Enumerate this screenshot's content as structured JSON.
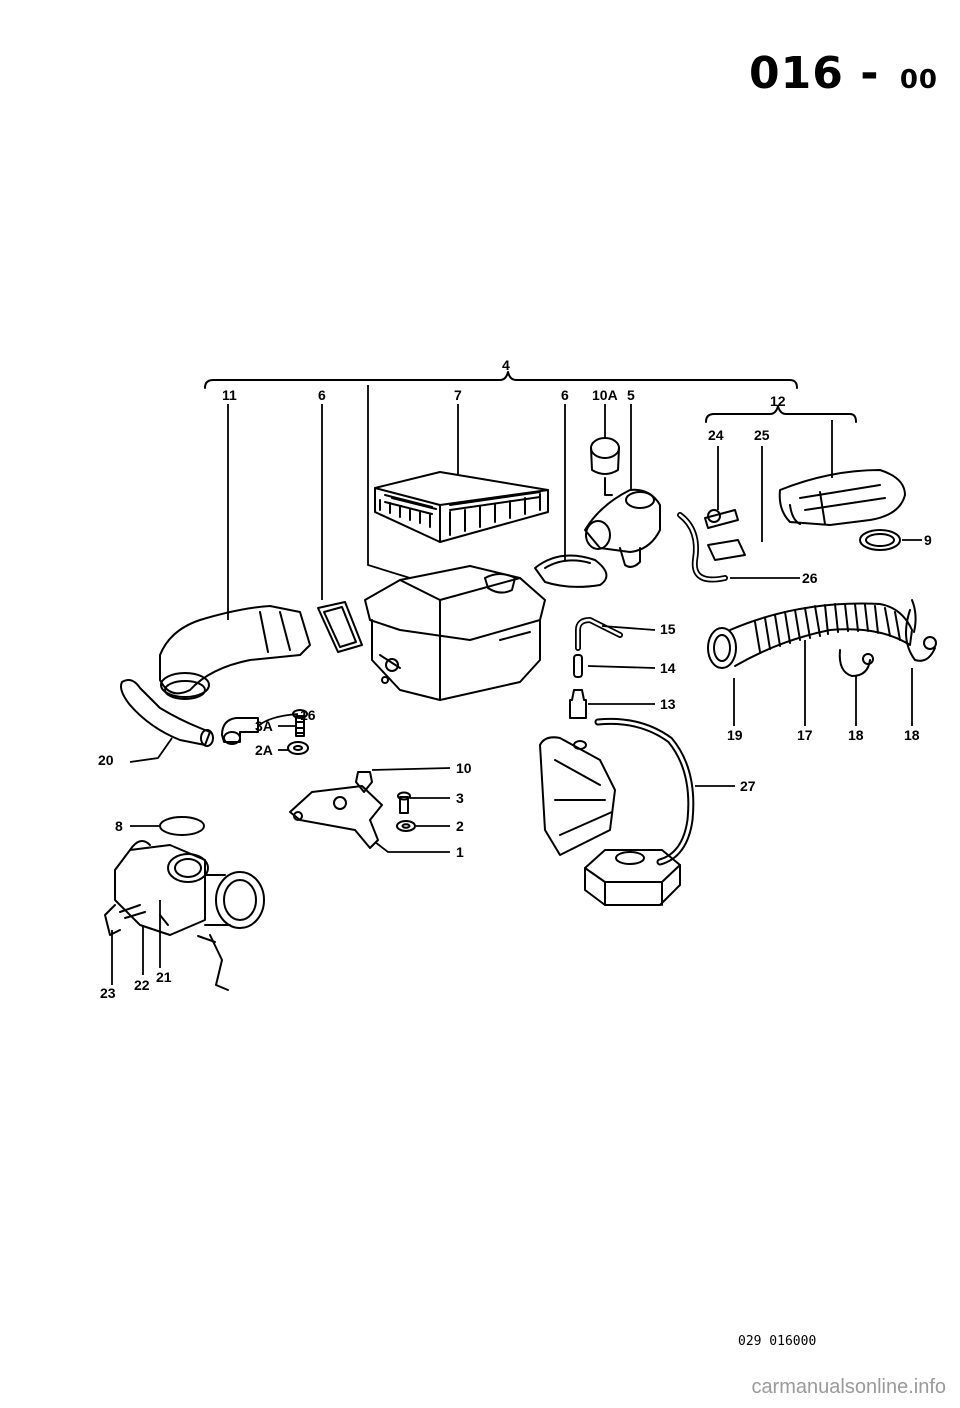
{
  "page": {
    "title_main": "016",
    "title_sub": "00",
    "doc_number": "029 016000",
    "watermark": "carmanualsonline.info"
  },
  "callouts": {
    "c1": "1",
    "c2": "2",
    "c2a": "2A",
    "c3": "3",
    "c3a": "3A",
    "c4": "4",
    "c5": "5",
    "c6a": "6",
    "c6b": "6",
    "c7": "7",
    "c8": "8",
    "c9": "9",
    "c10": "10",
    "c10a": "10A",
    "c11": "11",
    "c12": "12",
    "c13": "13",
    "c14": "14",
    "c15": "15",
    "c16": "16",
    "c17": "17",
    "c18a": "18",
    "c18b": "18",
    "c19": "19",
    "c20": "20",
    "c21": "21",
    "c22": "22",
    "c23": "23",
    "c24": "24",
    "c25": "25",
    "c26": "26",
    "c27": "27"
  }
}
